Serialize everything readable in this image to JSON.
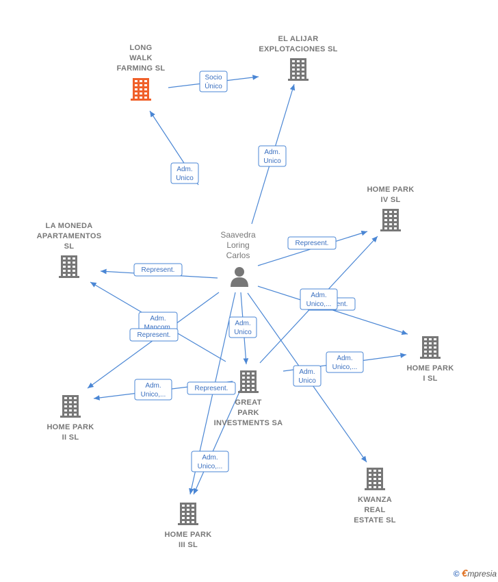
{
  "diagram": {
    "center": {
      "label": [
        "Saavedra",
        "Loring",
        "Carlos"
      ],
      "icon": "person-icon"
    },
    "companies": [
      {
        "id": "long-walk",
        "label": [
          "LONG",
          "WALK",
          "FARMING  SL"
        ],
        "highlight": true,
        "color": "#f0602a"
      },
      {
        "id": "el-alijar",
        "label": [
          "EL ALIJAR",
          "EXPLOTACIONES SL"
        ],
        "highlight": false,
        "color": "#777777"
      },
      {
        "id": "home-park-iv",
        "label": [
          "HOME PARK",
          "IV  SL"
        ],
        "highlight": false,
        "color": "#777777"
      },
      {
        "id": "la-moneda",
        "label": [
          "LA MONEDA",
          "APARTAMENTOS",
          "SL"
        ],
        "highlight": false,
        "color": "#777777"
      },
      {
        "id": "home-park-i",
        "label": [
          "HOME PARK",
          "I  SL"
        ],
        "highlight": false,
        "color": "#777777"
      },
      {
        "id": "great-park",
        "label": [
          "GREAT",
          "PARK",
          "INVESTMENTS SA"
        ],
        "highlight": false,
        "color": "#777777"
      },
      {
        "id": "home-park-ii",
        "label": [
          "HOME PARK",
          "II  SL"
        ],
        "highlight": false,
        "color": "#777777"
      },
      {
        "id": "kwanza",
        "label": [
          "KWANZA",
          "REAL",
          "ESTATE  SL"
        ],
        "highlight": false,
        "color": "#777777"
      },
      {
        "id": "home-park-iii",
        "label": [
          "HOME PARK",
          "III  SL"
        ],
        "highlight": false,
        "color": "#777777"
      }
    ],
    "relations": [
      {
        "from": "long-walk",
        "to": "el-alijar",
        "label": [
          "Socio",
          "Único"
        ]
      },
      {
        "from": "center",
        "to": "long-walk",
        "label": [
          "Adm.",
          "Unico"
        ]
      },
      {
        "from": "center",
        "to": "el-alijar",
        "label": [
          "Adm.",
          "Unico"
        ]
      },
      {
        "from": "center",
        "to": "home-park-iv",
        "label": [
          "Represent."
        ]
      },
      {
        "from": "center",
        "to": "la-moneda",
        "label": [
          "Represent."
        ]
      },
      {
        "from": "center",
        "to": "home-park-i",
        "label": [
          "Represent."
        ]
      },
      {
        "from": "great-park",
        "to": "home-park-iv",
        "label": [
          "Adm.",
          "Unico,..."
        ]
      },
      {
        "from": "center",
        "to": "great-park",
        "label": [
          "Adm.",
          "Unico"
        ]
      },
      {
        "from": "great-park",
        "to": "la-moneda",
        "label": [
          "Adm.",
          "Mancom."
        ]
      },
      {
        "from": "center",
        "to": "home-park-ii",
        "label": [
          "Represent."
        ]
      },
      {
        "from": "great-park",
        "to": "home-park-ii",
        "label": [
          "Adm.",
          "Unico,..."
        ]
      },
      {
        "from": "center",
        "to": "home-park-iii",
        "label": [
          "Represent."
        ]
      },
      {
        "from": "great-park",
        "to": "home-park-i",
        "label": [
          "Adm.",
          "Unico,..."
        ]
      },
      {
        "from": "center",
        "to": "kwanza",
        "label": [
          "Adm.",
          "Unico"
        ]
      },
      {
        "from": "great-park",
        "to": "home-park-iii",
        "label": [
          "Adm.",
          "Unico,..."
        ]
      }
    ]
  },
  "footer": {
    "copyright": "©",
    "brand_initial": "€",
    "brand_rest": "mpresia"
  }
}
